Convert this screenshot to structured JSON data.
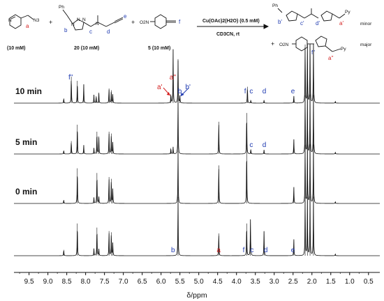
{
  "colors": {
    "blue": "#1f3ab0",
    "red": "#d41e1e",
    "line": "#111111"
  },
  "scheme": {
    "reagent1_label": "a",
    "reagent1_group": "N3",
    "reagent1_conc": "(10 mM)",
    "reagent2_name": "20 (10 mM)",
    "reagent2_groups": [
      "Ph",
      "N",
      "N",
      "N",
      "N"
    ],
    "reagent2_letters": [
      "b",
      "c",
      "d",
      "e"
    ],
    "reagent3_name": "5 (10 mM)",
    "reagent3_group": "O2N",
    "reagent3_letter": "f",
    "plus": "+",
    "catalyst": "Cu(OAc)2(H2O) (0.5 mM)",
    "solvent": "CD3CN, rt",
    "product_minor_label": "minor",
    "product_major_label": "major",
    "product_minor_letters": [
      "b'",
      "c'",
      "d'",
      "a'"
    ],
    "product_minor_groups": [
      "Ph",
      "N",
      "N",
      "N",
      "N",
      "N",
      "N",
      "N",
      "Py"
    ],
    "product_major_groups": [
      "O2N",
      "N",
      "N",
      "N",
      "Py"
    ],
    "product_major_letters": [
      "f''",
      "a''"
    ]
  },
  "chart_data": {
    "type": "line",
    "title": "",
    "xlabel": "δ/ppm",
    "ylabel": "",
    "xlim": [
      9.9,
      0.2
    ],
    "x_ticks": [
      9.5,
      9.0,
      8.5,
      8.0,
      7.5,
      7.0,
      6.5,
      6.0,
      5.5,
      5.0,
      4.5,
      4.0,
      3.5,
      3.0,
      2.5,
      2.0,
      1.5,
      1.0,
      0.5
    ],
    "x_tick_labels": [
      "9.5",
      "9.0",
      "8.5",
      "8.0",
      "7.5",
      "7.0",
      "6.5",
      "6.0",
      "5.5",
      "5.0",
      "4.5",
      "4.0",
      "3.5",
      "3.0",
      "2.5",
      "2.0",
      "1.5",
      "1.0",
      "0.5"
    ],
    "grid": false,
    "series": [
      {
        "name": "10 min",
        "peaks": [
          {
            "ppm": 8.58,
            "h": 0.08
          },
          {
            "ppm": 8.38,
            "h": 0.45
          },
          {
            "ppm": 8.22,
            "h": 0.38
          },
          {
            "ppm": 8.05,
            "h": 0.32
          },
          {
            "ppm": 7.78,
            "h": 0.14
          },
          {
            "ppm": 7.72,
            "h": 0.12
          },
          {
            "ppm": 7.65,
            "h": 0.18
          },
          {
            "ppm": 7.38,
            "h": 0.25
          },
          {
            "ppm": 7.32,
            "h": 0.22
          },
          {
            "ppm": 7.28,
            "h": 0.15
          },
          {
            "ppm": 5.74,
            "h": 0.15
          },
          {
            "ppm": 5.68,
            "h": 0.92
          },
          {
            "ppm": 5.55,
            "h": 0.75
          },
          {
            "ppm": 5.5,
            "h": 0.12
          },
          {
            "ppm": 3.71,
            "h": 0.28
          },
          {
            "ppm": 3.62,
            "h": 0.05
          },
          {
            "ppm": 3.27,
            "h": 0.05
          },
          {
            "ppm": 2.48,
            "h": 0.12
          },
          {
            "ppm": 2.18,
            "h": 1.0
          },
          {
            "ppm": 2.12,
            "h": 1.0
          },
          {
            "ppm": 2.05,
            "h": 1.0
          },
          {
            "ppm": 1.96,
            "h": 1.0
          },
          {
            "ppm": 1.38,
            "h": 0.03
          }
        ],
        "labels": [
          {
            "text": "f''",
            "ppm": 8.4,
            "color": "blue"
          },
          {
            "text": "a''",
            "ppm": 5.72,
            "color": "red"
          },
          {
            "text": "b",
            "ppm": 5.5,
            "color": "blue"
          },
          {
            "text": "a'",
            "ppm": 6.05,
            "color": "red"
          },
          {
            "text": "b'",
            "ppm": 5.3,
            "color": "blue"
          },
          {
            "text": "f",
            "ppm": 3.74,
            "color": "blue"
          },
          {
            "text": "c",
            "ppm": 3.6,
            "color": "blue"
          },
          {
            "text": "d",
            "ppm": 3.26,
            "color": "blue"
          },
          {
            "text": "e",
            "ppm": 2.5,
            "color": "blue"
          }
        ]
      },
      {
        "name": "5 min",
        "peaks": [
          {
            "ppm": 8.58,
            "h": 0.06
          },
          {
            "ppm": 8.38,
            "h": 0.22
          },
          {
            "ppm": 8.22,
            "h": 0.5
          },
          {
            "ppm": 8.05,
            "h": 0.15
          },
          {
            "ppm": 7.78,
            "h": 0.1
          },
          {
            "ppm": 7.7,
            "h": 0.38
          },
          {
            "ppm": 7.65,
            "h": 0.3
          },
          {
            "ppm": 7.38,
            "h": 0.38
          },
          {
            "ppm": 7.32,
            "h": 0.35
          },
          {
            "ppm": 7.28,
            "h": 0.2
          },
          {
            "ppm": 5.74,
            "h": 0.1
          },
          {
            "ppm": 5.68,
            "h": 0.12
          },
          {
            "ppm": 5.55,
            "h": 0.95
          },
          {
            "ppm": 4.47,
            "h": 0.55
          },
          {
            "ppm": 3.73,
            "h": 0.7
          },
          {
            "ppm": 3.62,
            "h": 0.08
          },
          {
            "ppm": 3.27,
            "h": 0.07
          },
          {
            "ppm": 2.48,
            "h": 0.25
          },
          {
            "ppm": 2.18,
            "h": 1.0
          },
          {
            "ppm": 2.12,
            "h": 1.0
          },
          {
            "ppm": 2.05,
            "h": 1.0
          },
          {
            "ppm": 1.96,
            "h": 1.0
          },
          {
            "ppm": 1.38,
            "h": 0.03
          }
        ],
        "labels": [
          {
            "text": "c",
            "ppm": 3.6,
            "color": "blue"
          },
          {
            "text": "d",
            "ppm": 3.26,
            "color": "blue"
          }
        ]
      },
      {
        "name": "0 min",
        "peaks": [
          {
            "ppm": 8.58,
            "h": 0.06
          },
          {
            "ppm": 8.22,
            "h": 0.6
          },
          {
            "ppm": 7.78,
            "h": 0.1
          },
          {
            "ppm": 7.7,
            "h": 0.52
          },
          {
            "ppm": 7.65,
            "h": 0.12
          },
          {
            "ppm": 7.38,
            "h": 0.45
          },
          {
            "ppm": 7.32,
            "h": 0.42
          },
          {
            "ppm": 7.28,
            "h": 0.25
          },
          {
            "ppm": 5.55,
            "h": 0.9
          },
          {
            "ppm": 4.47,
            "h": 0.65
          },
          {
            "ppm": 3.73,
            "h": 0.95
          },
          {
            "ppm": 2.48,
            "h": 0.28
          },
          {
            "ppm": 2.18,
            "h": 1.0
          },
          {
            "ppm": 2.12,
            "h": 1.0
          },
          {
            "ppm": 2.05,
            "h": 1.0
          },
          {
            "ppm": 1.96,
            "h": 1.0
          },
          {
            "ppm": 1.38,
            "h": 0.03
          }
        ],
        "labels": []
      },
      {
        "name": "",
        "peaks": [
          {
            "ppm": 8.58,
            "h": 0.1
          },
          {
            "ppm": 8.22,
            "h": 0.55
          },
          {
            "ppm": 7.78,
            "h": 0.12
          },
          {
            "ppm": 7.7,
            "h": 0.48
          },
          {
            "ppm": 7.65,
            "h": 0.12
          },
          {
            "ppm": 7.38,
            "h": 0.42
          },
          {
            "ppm": 7.32,
            "h": 0.4
          },
          {
            "ppm": 7.28,
            "h": 0.22
          },
          {
            "ppm": 5.55,
            "h": 1.0
          },
          {
            "ppm": 4.47,
            "h": 0.38
          },
          {
            "ppm": 3.73,
            "h": 0.55
          },
          {
            "ppm": 3.63,
            "h": 0.62
          },
          {
            "ppm": 3.27,
            "h": 0.42
          },
          {
            "ppm": 2.48,
            "h": 0.28
          },
          {
            "ppm": 2.18,
            "h": 1.0
          },
          {
            "ppm": 2.12,
            "h": 1.0
          },
          {
            "ppm": 2.05,
            "h": 1.0
          },
          {
            "ppm": 1.96,
            "h": 1.0
          },
          {
            "ppm": 1.38,
            "h": 0.03
          }
        ],
        "labels": [
          {
            "text": "b",
            "ppm": 5.68,
            "color": "blue"
          },
          {
            "text": "a",
            "ppm": 4.47,
            "color": "red"
          },
          {
            "text": "f",
            "ppm": 3.78,
            "color": "blue"
          },
          {
            "text": "c",
            "ppm": 3.58,
            "color": "blue"
          },
          {
            "text": "d",
            "ppm": 3.22,
            "color": "blue"
          },
          {
            "text": "e",
            "ppm": 2.5,
            "color": "blue"
          }
        ]
      }
    ]
  }
}
